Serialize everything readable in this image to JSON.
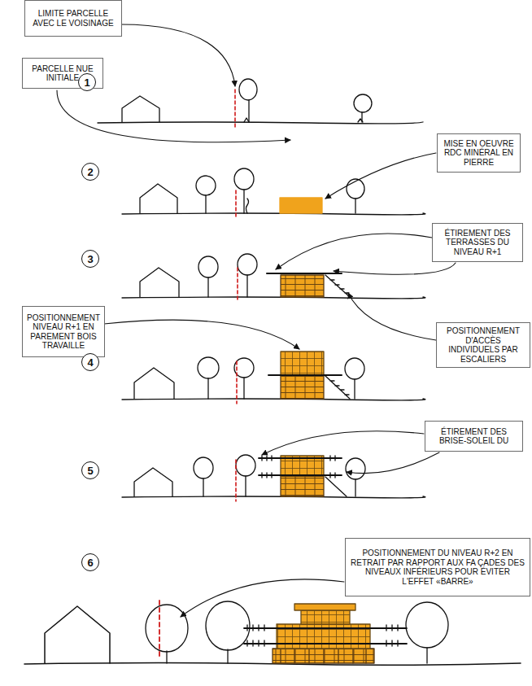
{
  "diagram": {
    "nodes": [
      {
        "text": [
          "LIMITE PARCELLE AVEC LE VOISINAGE"
        ]
      },
      {
        "text": [
          "PARCELLE NUE INITIALE"
        ]
      },
      {
        "text": [
          "1"
        ]
      },
      {
        "text": [
          "MISE EN OEUVRE RDC MINÉRAL EN PIERRE"
        ]
      },
      {
        "text": [
          "2"
        ]
      },
      {
        "text": [
          "ÉTIREMENT DES TERRASSES DU NIVEAU R+1"
        ]
      },
      {
        "text": [
          "3"
        ]
      },
      {
        "text": [
          "POSITIONNEMENT NIVEAU R+1 EN PAREMENT BOIS TRAVAILLE"
        ]
      },
      {
        "text": [
          "POSITIONNEMENT D'ACCÈS INDIVIDUELS PAR ESCALIERS"
        ]
      },
      {
        "text": [
          "4"
        ]
      },
      {
        "text": [
          "ÉTIREMENT DES BRISE-SOLEIL DU"
        ]
      },
      {
        "text": [
          "5"
        ]
      },
      {
        "text": [
          "POSITIONNEMENT DU NIVEAU R+2 EN RETRAIT PAR RAPPORT AUX FA ÇADES DES NIVEAUX INFÉRIEURS POUR ÉVITER L'EFFET «BARRE»"
        ]
      },
      {
        "text": [
          "6"
        ]
      }
    ]
  }
}
